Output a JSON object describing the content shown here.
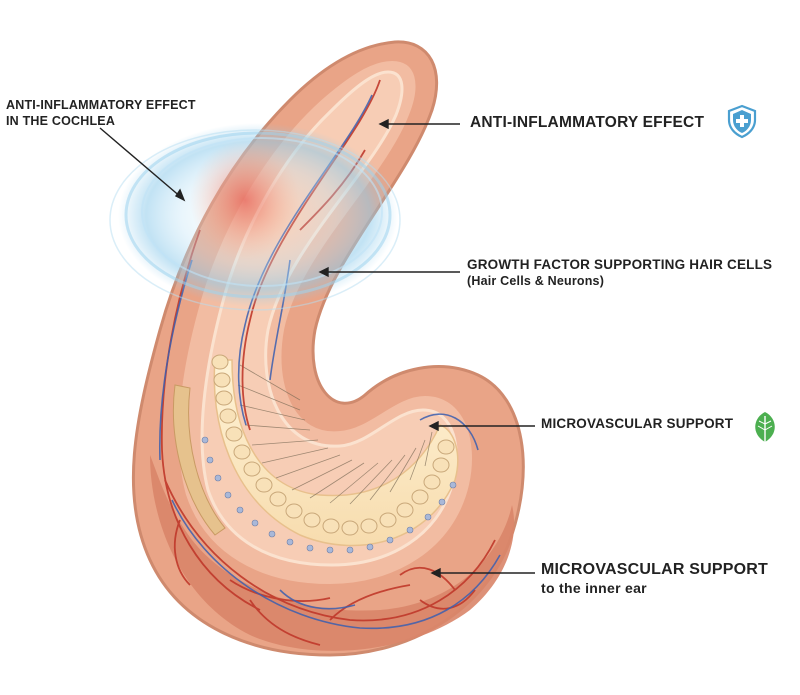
{
  "labels": {
    "anti_cochlea_line1": "ANTI-INFLAMMATORY EFFECT",
    "anti_cochlea_line2": "IN THE COCHLEA",
    "anti_effect": "ANTI-INFLAMMATORY EFFECT",
    "growth_line1": "GROWTH FACTOR SUPPORTING HAIR CELLS",
    "growth_line2": "(Hair Cells & Neurons)",
    "micro_support": "MICROVASCULAR SUPPORT",
    "micro_inner_line1": "MICROVASCULAR SUPPORT",
    "micro_inner_line2": "to the inner ear"
  },
  "icons": {
    "anti_effect": "shield-plus-icon",
    "micro_support": "leaf-icon"
  },
  "colors": {
    "shield": "#4a9fd0",
    "leaf": "#4caf50",
    "tissue": "#e9a487",
    "vessel_red": "#c0392b",
    "vessel_blue": "#3b5fb0",
    "glow": "#9fd3ef"
  }
}
